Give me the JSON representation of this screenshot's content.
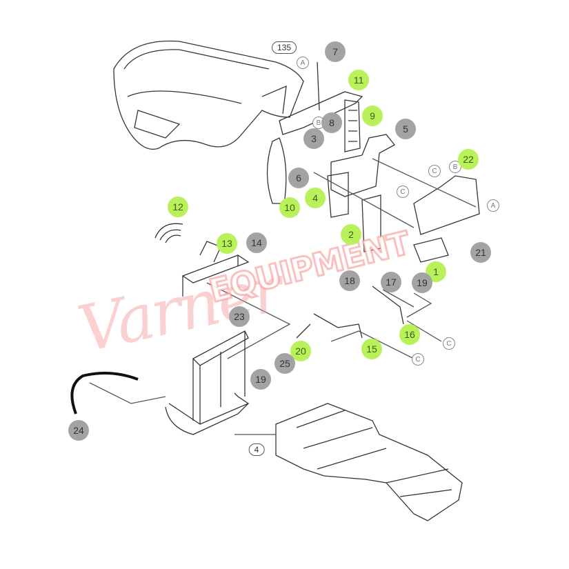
{
  "diagram": {
    "watermark": {
      "script": "Varner",
      "block": "EQUIPMENT"
    },
    "assembly_refs": {
      "hood": "135",
      "frame": "4"
    },
    "callouts": {
      "c7": "7",
      "c11": "11",
      "c9": "9",
      "c8": "8",
      "c3": "3",
      "c5": "5",
      "c22": "22",
      "c6": "6",
      "c4": "4",
      "c10": "10",
      "c12": "12",
      "c2": "2",
      "c13": "13",
      "c14": "14",
      "c21": "21",
      "c1": "1",
      "c18": "18",
      "c17": "17",
      "c19a": "19",
      "c23": "23",
      "c16": "16",
      "c20": "20",
      "c15": "15",
      "c25": "25",
      "c19b": "19",
      "c24": "24"
    },
    "refs": {
      "A": "A",
      "B": "B",
      "C": "C"
    },
    "colors": {
      "new_part": "#b8f15a",
      "existing_part": "#a3a3a3",
      "watermark": "#f59696"
    }
  }
}
